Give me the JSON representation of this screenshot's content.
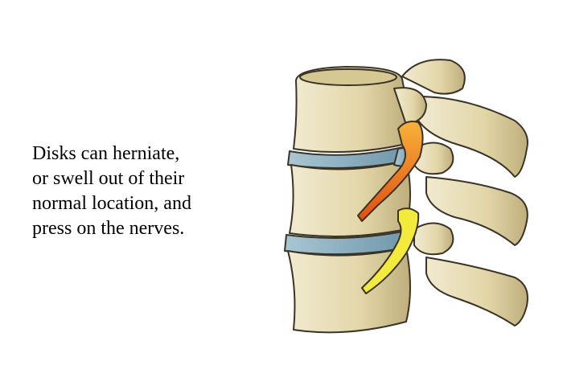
{
  "caption": {
    "lines": [
      "Disks can herniate,",
      "or swell out of their",
      "normal location, and",
      "press on the nerves."
    ]
  },
  "illustration": {
    "subject": "lumbar-spine-herniated-disk",
    "colors": {
      "bone": "#e6dcb4",
      "bone_shadow": "#b9a979",
      "outline": "#3a3326",
      "disk": "#8fb3c4",
      "nerve_inflamed": "#f07a1a",
      "nerve": "#f2ea3c"
    }
  }
}
